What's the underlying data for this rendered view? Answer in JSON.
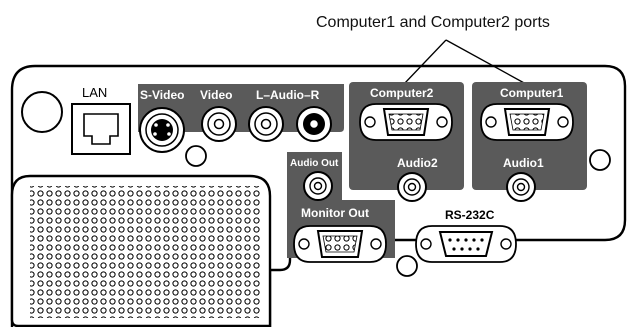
{
  "callout": {
    "text": "Computer1 and Computer2 ports"
  },
  "ports": {
    "lan": "LAN",
    "s_video": "S-Video",
    "video": "Video",
    "audio_lr": "L–Audio–R",
    "computer2": "Computer2",
    "computer1": "Computer1",
    "audio2": "Audio2",
    "audio1": "Audio1",
    "audio_out": "Audio Out",
    "monitor_out": "Monitor Out",
    "rs232c": "RS-232C"
  },
  "colors": {
    "panel_label_bg": "#5a5a5a",
    "outline": "#000000"
  }
}
